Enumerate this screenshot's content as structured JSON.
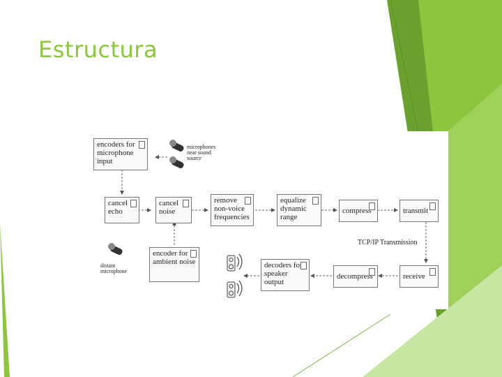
{
  "slide": {
    "title": "Estructura",
    "accent_color": "#8cc63f",
    "accent_dark": "#6aa12e"
  },
  "diagram": {
    "boxes": {
      "encoders_mic": "encoders for microphone input",
      "cancel_echo": "cancel echo",
      "cancel_noise": "cancel noise",
      "remove_nonvoice": "remove non-voice frequencies",
      "equalize": "equalize dynamic range",
      "compress": "compress",
      "transmit": "transmit",
      "encoder_ambient": "encoder for ambient noise",
      "decoders_speaker": "decoders for speaker output",
      "decompress": "decompress",
      "receive": "receive"
    },
    "labels": {
      "mics_near": "microphones near sound source",
      "distant_mic": "distant microphone",
      "tcpip": "TCP/IP Transmission"
    },
    "icons": [
      "microphone-icon",
      "speaker-icon",
      "document-icon"
    ]
  }
}
